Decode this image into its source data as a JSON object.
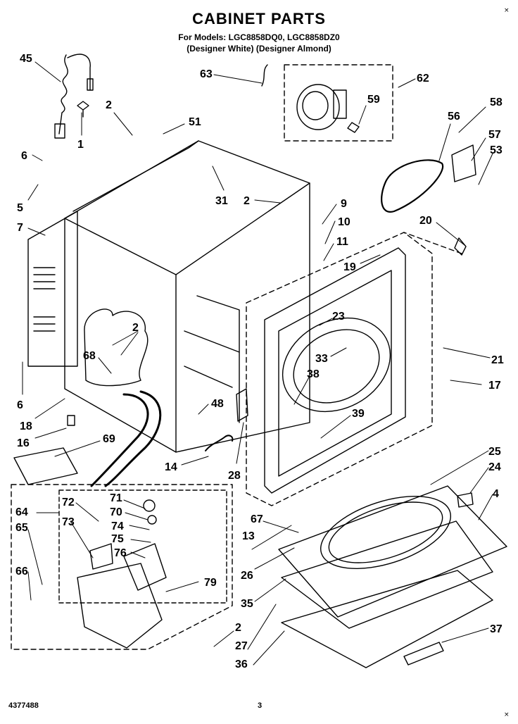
{
  "header": {
    "title": "CABINET PARTS",
    "models_line": "For Models: LGC8858DQ0, LGC8858DZ0",
    "colors_line": "(Designer White) (Designer Almond)"
  },
  "footer": {
    "doc_number": "4377488",
    "page_number": "3",
    "corner_mark": "×"
  },
  "callouts": [
    "45",
    "1",
    "2",
    "51",
    "63",
    "62",
    "59",
    "56",
    "58",
    "57",
    "53",
    "6",
    "5",
    "7",
    "31",
    "2",
    "9",
    "10",
    "11",
    "20",
    "19",
    "23",
    "33",
    "21",
    "17",
    "2",
    "68",
    "6",
    "18",
    "16",
    "69",
    "38",
    "39",
    "48",
    "14",
    "28",
    "25",
    "24",
    "4",
    "64",
    "72",
    "71",
    "70",
    "74",
    "75",
    "76",
    "73",
    "65",
    "66",
    "79",
    "67",
    "13",
    "26",
    "35",
    "2",
    "27",
    "36",
    "37"
  ]
}
